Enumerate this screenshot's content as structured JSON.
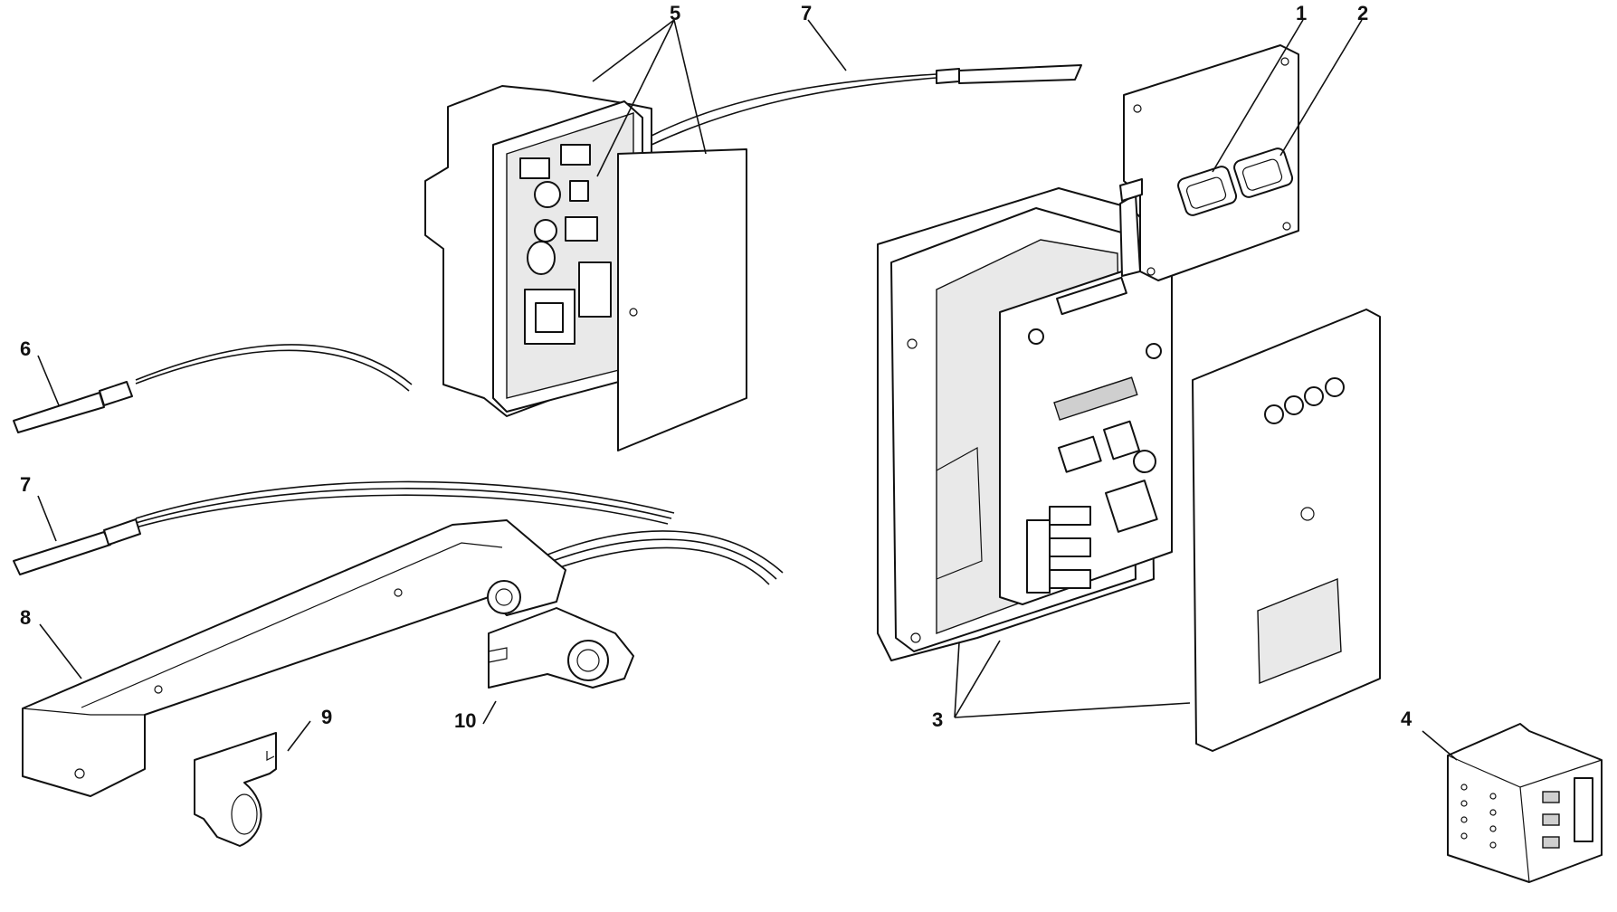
{
  "callouts": {
    "c1": "1",
    "c2": "2",
    "c3": "3",
    "c4": "4",
    "c5": "5",
    "c6": "6",
    "c7_top": "7",
    "c7_left": "7",
    "c8": "8",
    "c9": "9",
    "c10": "10"
  }
}
